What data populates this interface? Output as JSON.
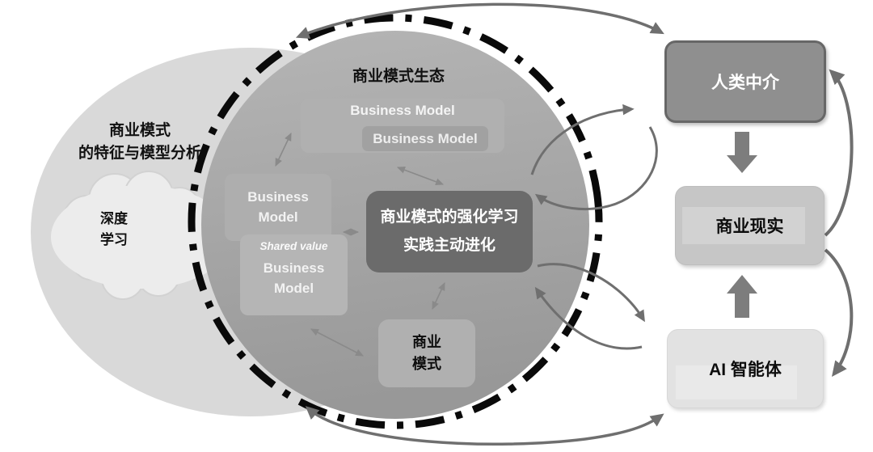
{
  "diagram": {
    "left_region": {
      "title_line1": "商业模式",
      "title_line2": "的特征与模型分析",
      "cloud_line1": "深度",
      "cloud_line2": "学习"
    },
    "ecosystem": {
      "title": "商业模式生态",
      "bm_top": "Business Model",
      "bm_top_nested": "Business Model",
      "bm_left_line1": "Business",
      "bm_left_line2": "Model",
      "shared_value_label": "Shared value",
      "bm_shared_line1": "Business",
      "bm_shared_line2": "Model",
      "center_line1": "商业模式的强化学习",
      "center_line2": "实践主动进化",
      "bm_bottom_line1": "商业",
      "bm_bottom_line2": "模式"
    },
    "right_column": {
      "human_label": "人类中介",
      "reality_label": "商业现实",
      "agent_label": "AI 智能体"
    },
    "colors": {
      "ellipse_fill": "#d9d9d9",
      "cloud_fill": "#ececec",
      "circle_fill_top": "#b5b5b5",
      "circle_fill_bottom": "#999999",
      "dashed_ring": "#0a0a0a",
      "center_box_fill": "#6b6b6b",
      "human_box_fill": "#8f8f8f",
      "reality_box_fill": "#c6c6c6",
      "agent_box_fill": "#e2e2e2",
      "arrow_gray": "#6f6f6f",
      "thin_arrow_gray": "#8a8a8a"
    }
  }
}
